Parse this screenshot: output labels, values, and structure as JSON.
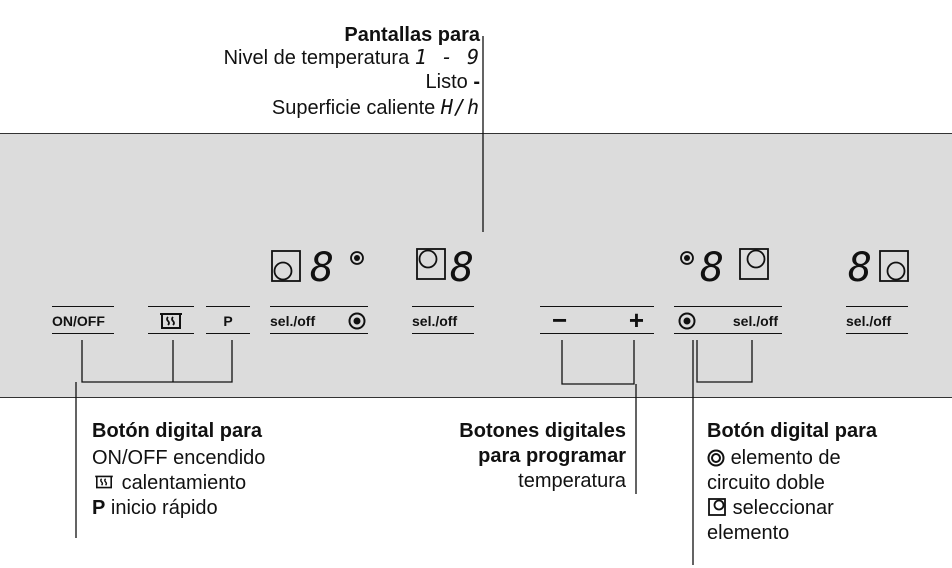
{
  "top_annotation": {
    "title": "Pantallas para",
    "line1_text": "Nivel de temperatura",
    "line1_glyph": "1 - 9",
    "line2_text": "Listo",
    "line2_glyph": "-",
    "line3_text": "Superficie caliente",
    "line3_glyph": "H/h"
  },
  "panel": {
    "buttons": {
      "onoff": "ON/OFF",
      "p": "P",
      "sel1": "sel./off",
      "sel2": "sel./off",
      "minus": "−",
      "plus": "+",
      "sel3": "sel./off",
      "sel4": "sel./off"
    },
    "displays": [
      "8",
      "8",
      "8",
      "8"
    ]
  },
  "bottom_left": {
    "title": "Botón digital para",
    "line1": "ON/OFF encendido",
    "line2": "calentamiento",
    "line3_bold": "P",
    "line3": "inicio rápido"
  },
  "bottom_middle": {
    "line1": "Botones digitales",
    "line2": "para programar",
    "line3": "temperatura"
  },
  "bottom_right": {
    "title": "Botón digital para",
    "line1": "elemento de",
    "line2": "circuito doble",
    "line3": "seleccionar",
    "line4": "elemento"
  },
  "colors": {
    "panel": "#dcdcdc",
    "ink": "#111111"
  }
}
